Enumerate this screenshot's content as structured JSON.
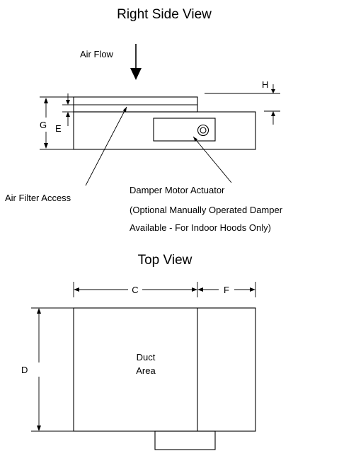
{
  "side_view": {
    "title": "Right Side View",
    "air_flow_label": "Air Flow",
    "dim_h": "H",
    "dim_g": "G",
    "dim_e": "E",
    "air_filter_label": "Air Filter Access",
    "damper_line1": "Damper Motor Actuator",
    "damper_line2": "(Optional Manually Operated Damper",
    "damper_line3": "Available - For Indoor Hoods Only)"
  },
  "top_view": {
    "title": "Top View",
    "dim_c": "C",
    "dim_f": "F",
    "dim_d": "D",
    "duct_line1": "Duct",
    "duct_line2": "Area"
  }
}
